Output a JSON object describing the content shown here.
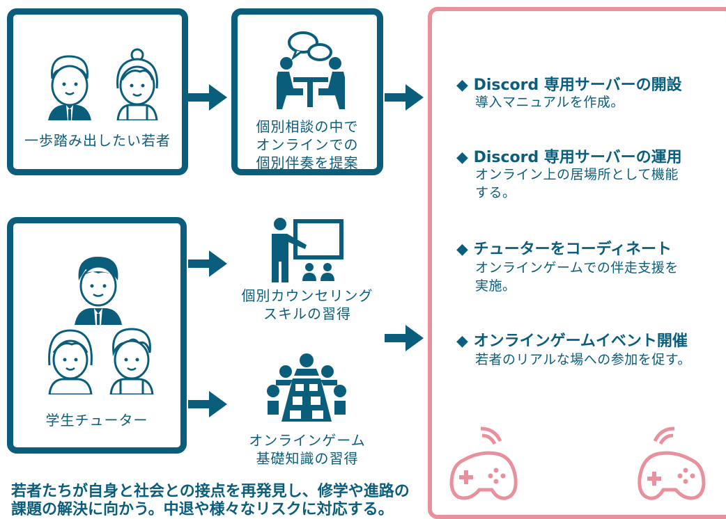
{
  "colors": {
    "primary": "#0b5d7c",
    "accent": "#e8909c"
  },
  "youth": {
    "label": "一歩踏み出したい若者",
    "icons": [
      "boy-face-icon",
      "girl-face-icon"
    ]
  },
  "consultation": {
    "label": "個別相談の中で\nオンラインでの\n個別伴奏を提案",
    "icon": "meeting-chat-icon"
  },
  "tutor": {
    "label": "学生チューター",
    "icons": [
      "tutor-man-icon",
      "tutor-girl-icon",
      "tutor-boy-icon"
    ]
  },
  "counseling": {
    "label": "個別カウンセリング\nスキルの習得",
    "icon": "presentation-icon"
  },
  "gaming": {
    "label": "オンラインゲーム\n基礎知識の習得",
    "icon": "group-table-icon"
  },
  "results": [
    {
      "title": "◆ Discord 専用サーバーの開設",
      "desc": "導入マニュアルを作成。"
    },
    {
      "title": "◆ Discord 専用サーバーの運用",
      "desc": "オンライン上の居場所として機能\nする。"
    },
    {
      "title": "◆ チューターをコーディネート",
      "desc": "オンラインゲームでの伴走支援を\n実施。"
    },
    {
      "title": "◆ オンラインゲームイベント開催",
      "desc": "若者のリアルな場への参加を促す。"
    }
  ],
  "controller_icons": [
    "game-controller-icon",
    "game-controller-icon"
  ],
  "summary": "若者たちが自身と社会との接点を再発見し、修学や進路の\n課題の解決に向かう。中退や様々なリスクに対応する。"
}
